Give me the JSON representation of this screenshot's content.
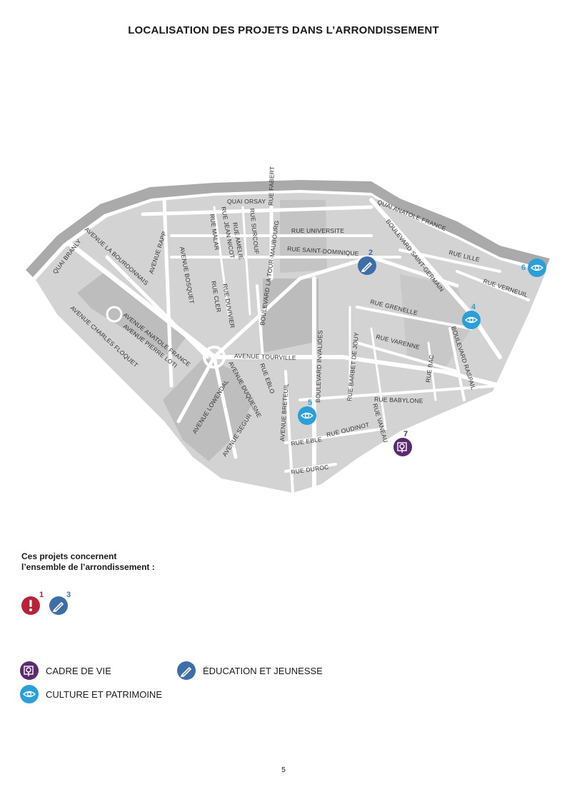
{
  "title": "LOCALISATION DES PROJETS DANS L’ARRONDISSEMENT",
  "colors": {
    "cadre_de_vie": "#5b2a6e",
    "education": "#3d6ea8",
    "culture": "#2a9fd8",
    "alert": "#b8233a",
    "map_block": "#d2d2d2",
    "map_block_dark": "#bdbdbd",
    "river": "#a8a8a8"
  },
  "streets": {
    "quai_orsay": "QUAI ORSAY",
    "quai_branly": "QUAI BRANLY",
    "quai_anatole": "QUAI ANATOLE FRANCE",
    "av_bourdonnais": "AVENUE LA BOURDONNAIS",
    "av_rapp": "AVENUE RAPP",
    "av_bosquet": "AVENUE BOSQUET",
    "rue_malar": "RUE MALAR",
    "rue_nicot": "RUE JEAN NICOT",
    "rue_amelie": "RUE AMELIE",
    "rue_surcouf": "RUE SURCOUF",
    "rue_fabert": "RUE FABERT",
    "bd_maubourg": "BOULEVARD LA TOUR-MAUBOURG",
    "rue_universite": "RUE UNIVERSITE",
    "rue_dominique": "RUE SAINT-DOMINIQUE",
    "bd_st_germain": "BOULEVARD SAINT-GERMAIN",
    "rue_lille": "RUE LILLE",
    "rue_verneuil": "RUE VERNEUIL",
    "rue_cler": "RUE CLER",
    "rue_duvivier": "RUE DUVIVIER",
    "rue_grenelle": "RUE GRENELLE",
    "rue_varenne": "RUE VARENNE",
    "bd_raspail": "BOULEVARD RASPAIL",
    "rue_bac": "RUE BAC",
    "rue_barbet": "RUE BARBET DE JOUY",
    "bd_invalides": "BOULEVARD INVALIDES",
    "av_anatole": "AVENUE ANATOLE FRANCE",
    "av_pierre_loti": "AVENUE PIERRE LOTI",
    "av_floquet": "AVENUE CHARLES FLOQUET",
    "av_tourville": "AVENUE TOURVILLE",
    "av_duquesne": "AVENUE DUQUESNE",
    "rue_eblo": "RUE EBLO",
    "av_lowendal": "AVENUE LOWENDAL",
    "av_segur": "AVENUE SEGUR",
    "av_breteuil": "AVENUE BRETEUIL",
    "rue_babylone": "RUE BABYLONE",
    "rue_vaneau": "RUE VANEAU",
    "rue_oudinot": "RUE OUDINOT",
    "rue_eble": "RUE EBLE",
    "rue_duroc": "RUE DUROC"
  },
  "markers": [
    {
      "num": "2",
      "type": "education"
    },
    {
      "num": "4",
      "type": "culture"
    },
    {
      "num": "5",
      "type": "culture"
    },
    {
      "num": "6",
      "type": "culture"
    },
    {
      "num": "7",
      "type": "cadre_de_vie"
    }
  ],
  "global_note": {
    "line1": "Ces projets concernent",
    "line2": "l’ensemble de l’arrondissement :",
    "icons": [
      {
        "num": "1",
        "type": "alert"
      },
      {
        "num": "3",
        "type": "education"
      }
    ]
  },
  "legend": [
    {
      "label": "CADRE DE VIE",
      "icon": "tree-icon"
    },
    {
      "label": "ÉDUCATION ET JEUNESSE",
      "icon": "pencil-icon"
    },
    {
      "label": "CULTURE ET PATRIMOINE",
      "icon": "eye-icon"
    }
  ],
  "page_number": "5"
}
